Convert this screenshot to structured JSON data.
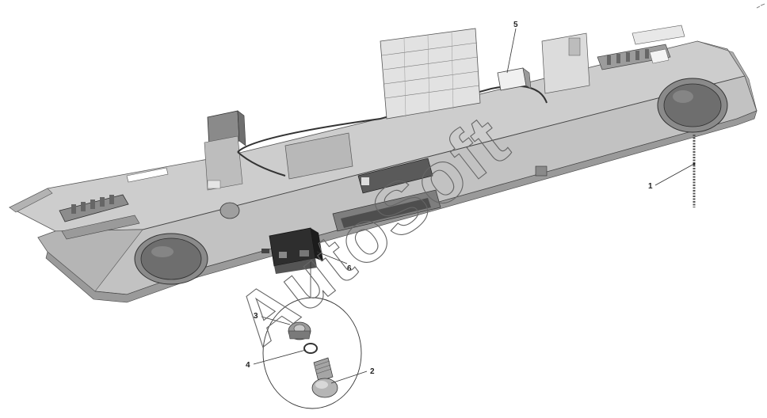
{
  "callouts": {
    "c1": "1",
    "c2": "2",
    "c3": "3",
    "c4": "4",
    "c5": "5",
    "c6": "6"
  },
  "watermark": "AutoSoft",
  "colors": {
    "panel": "#c4c4c4",
    "panel_dark": "#a8a8a8",
    "panel_shadow": "#8e8e8e",
    "speaker": "#6d6d6d",
    "outline": "#3a3a3a"
  }
}
